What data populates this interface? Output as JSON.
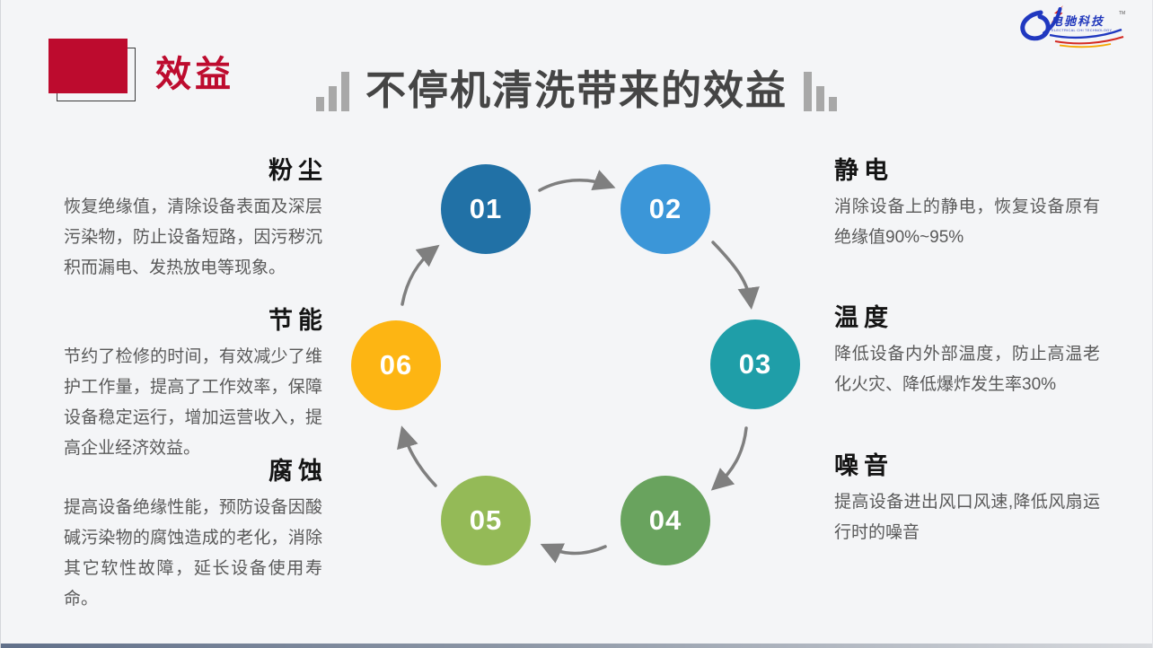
{
  "header": {
    "badge_label": "效益",
    "accent": "#bd0b2e"
  },
  "title": {
    "text": "不停机清洗带来的效益"
  },
  "logo": {
    "brand": "电驰科技",
    "tm": "TM",
    "tagline": "ELECTRICAL CHI TECHNOLOGY"
  },
  "cycle": {
    "steps": [
      {
        "num": "01",
        "color": "#2171a6",
        "label": "粉尘",
        "desc": "恢复绝缘值，清除设备表面及深层污染物，防止设备短路，因污秽沉积而漏电、发热放电等现象。"
      },
      {
        "num": "02",
        "color": "#3b96d8",
        "label": "静电",
        "desc": "消除设备上的静电，恢复设备原有绝缘值90%~95%"
      },
      {
        "num": "03",
        "color": "#1f9ea8",
        "label": "温度",
        "desc": "降低设备内外部温度，防止高温老化火灾、降低爆炸发生率30%"
      },
      {
        "num": "04",
        "color": "#69a35e",
        "label": "噪音",
        "desc": "提高设备进出风口风速,降低风扇运行时的噪音"
      },
      {
        "num": "05",
        "color": "#94ba57",
        "label": "腐蚀",
        "desc": "提高设备绝缘性能，预防设备因酸碱污染物的腐蚀造成的老化，消除其它软性故障，延长设备使用寿命。"
      },
      {
        "num": "06",
        "color": "#fdb513",
        "label": "节能",
        "desc": "节约了检修的时间，有效减少了维护工作量，提高了工作效率，保障设备稳定运行，增加运营收入，提高企业经济效益。"
      }
    ]
  }
}
